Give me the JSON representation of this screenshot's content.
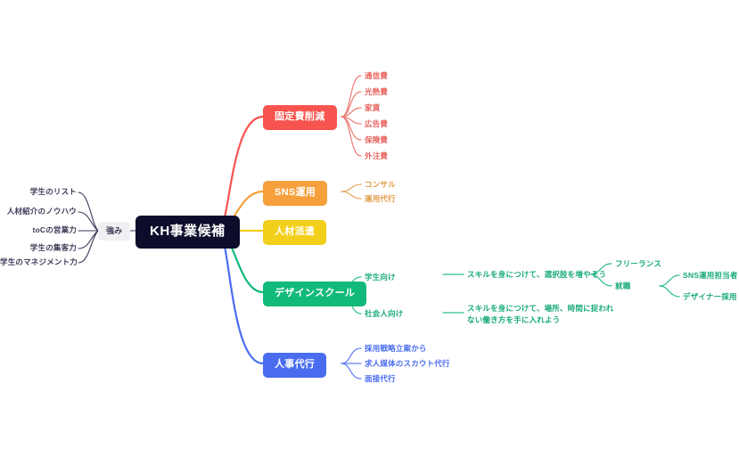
{
  "diagram": {
    "type": "mindmap",
    "title": "KH事業候補",
    "colors": {
      "root_bg": "#0d0d2b",
      "red": "#f8544f",
      "orange": "#f5a03c",
      "yellow": "#f2cf1b",
      "green": "#12ba79",
      "blue": "#4a6df0",
      "pill_bg": "#f0f0f3",
      "text_dark": "#3a3a57",
      "background": "#ffffff"
    }
  },
  "root": {
    "label": "KH事業候補"
  },
  "left": {
    "branch_label": "強み",
    "items": [
      {
        "label": "学生のリスト"
      },
      {
        "label": "人材紹介のノウハウ"
      },
      {
        "label": "toCの営業力"
      },
      {
        "label": "学生の集客力"
      },
      {
        "label": "学生のマネジメント力"
      }
    ]
  },
  "branches": [
    {
      "label": "固定費削減",
      "color": "red",
      "children": [
        {
          "label": "通信費"
        },
        {
          "label": "光熱費"
        },
        {
          "label": "家賃"
        },
        {
          "label": "広告費"
        },
        {
          "label": "保険費"
        },
        {
          "label": "外注費"
        }
      ]
    },
    {
      "label": "SNS運用",
      "color": "orange",
      "children": [
        {
          "label": "コンサル"
        },
        {
          "label": "運用代行"
        }
      ]
    },
    {
      "label": "人材派遣",
      "color": "yellow",
      "children": []
    },
    {
      "label": "デザインスクール",
      "color": "green",
      "children": [
        {
          "label": "学生向け",
          "message": "スキルを身につけて、選択肢を増やそう",
          "outcomes": [
            {
              "label": "フリーランス",
              "children": []
            },
            {
              "label": "就職",
              "children": [
                {
                  "label": "SNS運用担当者"
                },
                {
                  "label": "デザイナー採用"
                }
              ]
            }
          ]
        },
        {
          "label": "社会人向け",
          "message": "スキルを身につけて、場所、時間に捉われない働き方を手に入れよう",
          "outcomes": []
        }
      ]
    },
    {
      "label": "人事代行",
      "color": "blue",
      "children": [
        {
          "label": "採用戦略立案から"
        },
        {
          "label": "求人媒体のスカウト代行"
        },
        {
          "label": "面接代行"
        }
      ]
    }
  ]
}
